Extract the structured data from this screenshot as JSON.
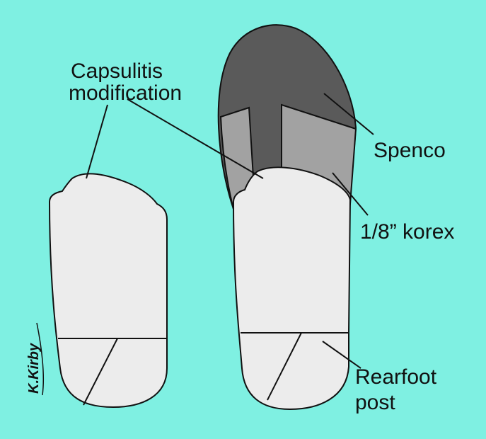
{
  "labels": {
    "capsulitis_line1": "Capsulitis",
    "capsulitis_line2": "modification",
    "spenco": "Spenco",
    "korex": "1/8” korex",
    "rearfoot_line1": "Rearfoot",
    "rearfoot_line2": "post"
  },
  "signature": "K.Kirby",
  "colors": {
    "background": "#7ff0e2",
    "shell": "#ececec",
    "spenco": "#5a5a5a",
    "korex": "#a2a2a2",
    "outline": "#111111"
  }
}
